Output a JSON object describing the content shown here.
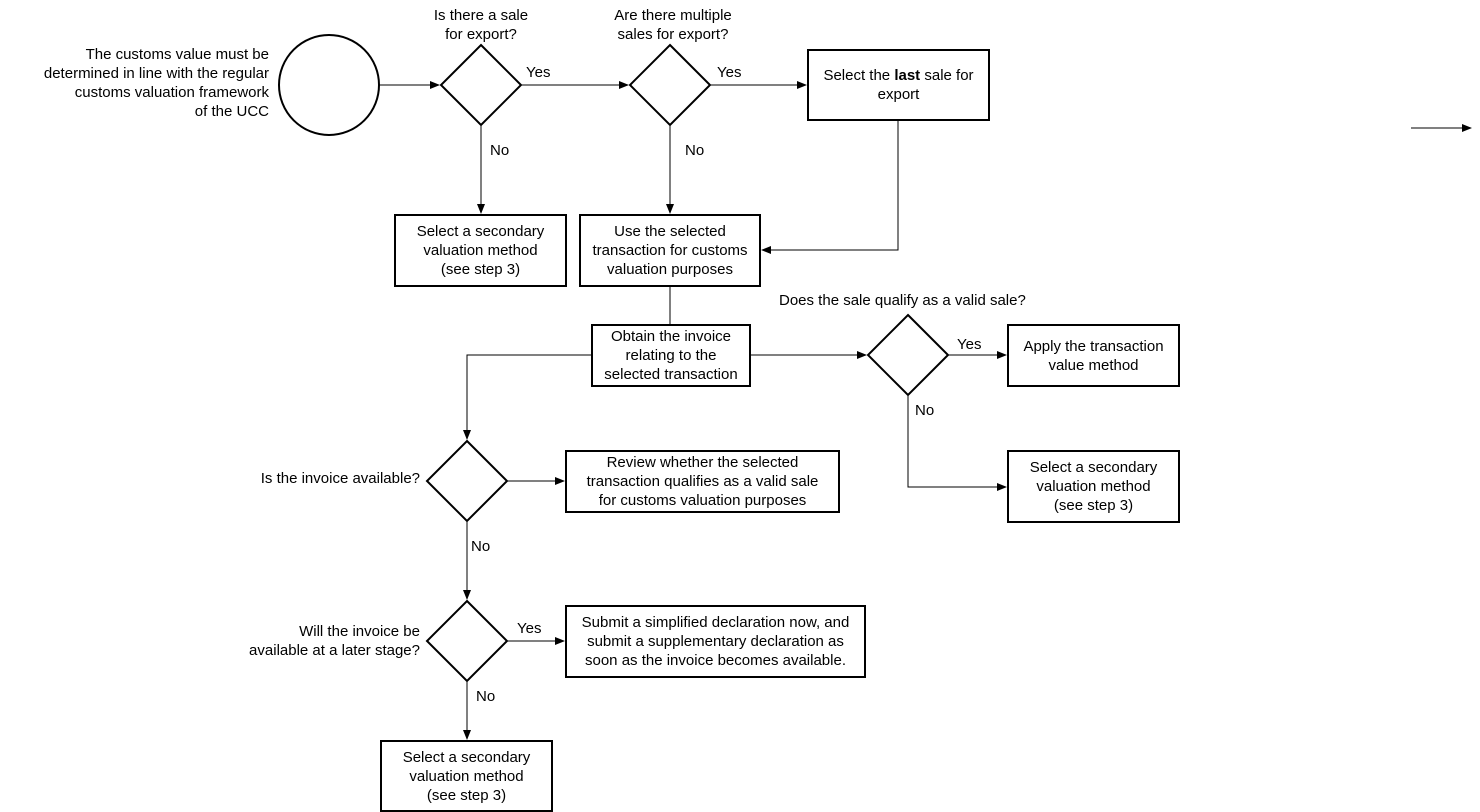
{
  "start_text": "The customs value must be\ndetermined in line with the regular\ncustoms valuation framework\nof the UCC",
  "questions": {
    "sale_export": "Is there a sale\nfor export?",
    "multiple_sales": "Are there multiple\nsales for export?",
    "valid_sale": "Does the sale qualify as a valid sale?",
    "invoice_available": "Is the invoice available?",
    "invoice_later": "Will the invoice be\navailable at a later stage?"
  },
  "answers": {
    "yes": "Yes",
    "no": "No"
  },
  "boxes": {
    "select_last_pre": "Select the ",
    "select_last_bold": "last",
    "select_last_post": " sale for\nexport",
    "secondary_method": "Select a secondary\nvaluation method\n(see step 3)",
    "use_selected": "Use the selected\ntransaction for customs\nvaluation purposes",
    "obtain_invoice": "Obtain the invoice\nrelating to the\nselected transaction",
    "apply_transaction": "Apply the transaction\nvalue method",
    "review_valid": "Review whether the selected\ntransaction qualifies as a valid sale\nfor customs valuation purposes",
    "simplified_decl": "Submit a simplified declaration now, and\nsubmit a supplementary declaration as\nsoon as the invoice becomes available."
  }
}
